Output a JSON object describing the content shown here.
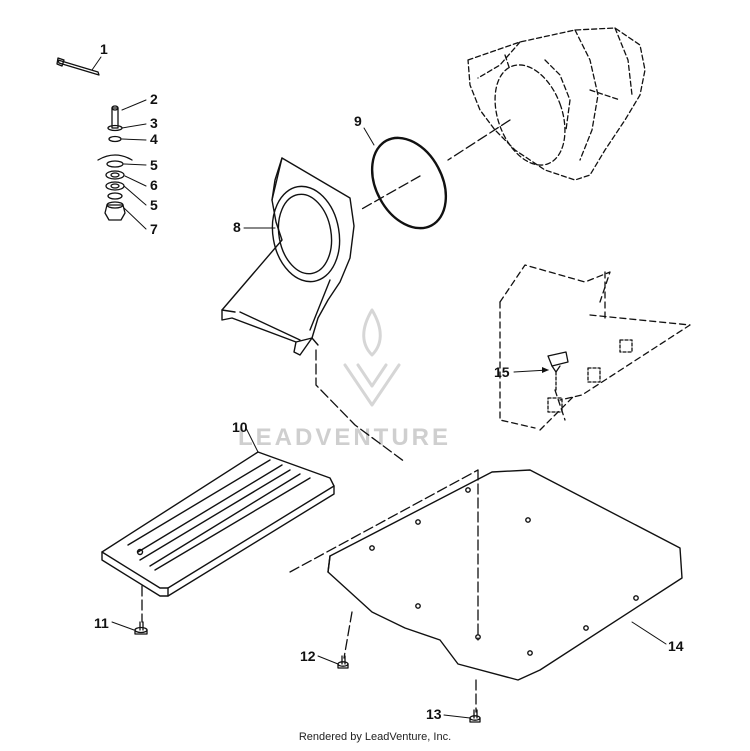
{
  "watermark": "LEADVENTURE",
  "footer": "Rendered by LeadVenture, Inc.",
  "callouts": {
    "c1": "1",
    "c2": "2",
    "c3": "3",
    "c4": "4",
    "c5a": "5",
    "c6": "6",
    "c5b": "5",
    "c7": "7",
    "c8": "8",
    "c9": "9",
    "c10": "10",
    "c11": "11",
    "c12": "12",
    "c13": "13",
    "c14": "14",
    "c15": "15"
  },
  "colors": {
    "line": "#111111",
    "watermark": "#d0d0d0"
  }
}
